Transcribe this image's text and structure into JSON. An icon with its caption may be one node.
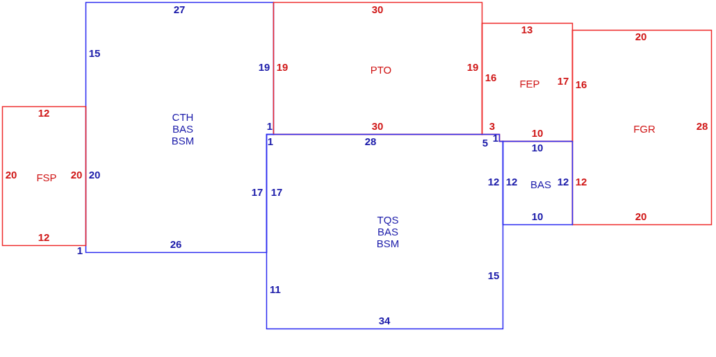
{
  "diagram": {
    "nodes": [
      {
        "text": [
          "27",
          "15",
          "19",
          "1",
          "CTH BAS BSM",
          "20",
          "17",
          "26"
        ],
        "beside": [
          "1"
        ]
      },
      {
        "text": [
          "30",
          "19",
          "19",
          "PTO",
          "30"
        ]
      },
      {
        "text": [
          "13",
          "16",
          "17",
          "FEP",
          "3",
          "10"
        ]
      },
      {
        "text": [
          "20",
          "16",
          "28",
          "FGR",
          "12",
          "20"
        ]
      },
      {
        "text": [
          "12",
          "20",
          "20",
          "FSP",
          "12"
        ]
      },
      {
        "text": [
          "1",
          "28",
          "5",
          "1",
          "12",
          "17",
          "TQS BAS BSM",
          "15",
          "11",
          "34"
        ]
      },
      {
        "text": [
          "10",
          "12",
          "BAS",
          "12",
          "10"
        ]
      }
    ]
  }
}
